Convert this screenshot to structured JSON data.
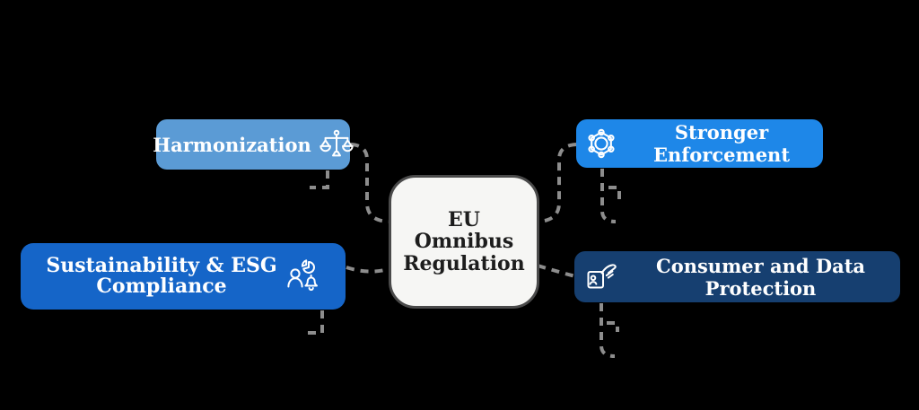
{
  "canvas": {
    "background": "#000000"
  },
  "center": {
    "lines": [
      "EU",
      "Omnibus",
      "Regulation"
    ],
    "fill": "#f6f6f4",
    "text_color": "#1d1d1d",
    "border_color": "#4a4a4a"
  },
  "nodes": {
    "harmonization": {
      "label": "Harmonization",
      "color": "#5b9bd5",
      "icon": "scales-icon"
    },
    "stronger_enforcement": {
      "label": "Stronger Enforcement",
      "color": "#1e87e8",
      "icon": "badge-icon"
    },
    "sustainability": {
      "lines": [
        "Sustainability & ESG",
        "Compliance"
      ],
      "color": "#1565c8",
      "icon": "person-chart-bell-icon"
    },
    "consumer": {
      "label": "Consumer and Data Protection",
      "color": "#163f70",
      "icon": "hand-id-card-icon"
    }
  },
  "connectors": {
    "color": "#8d8d8d"
  }
}
